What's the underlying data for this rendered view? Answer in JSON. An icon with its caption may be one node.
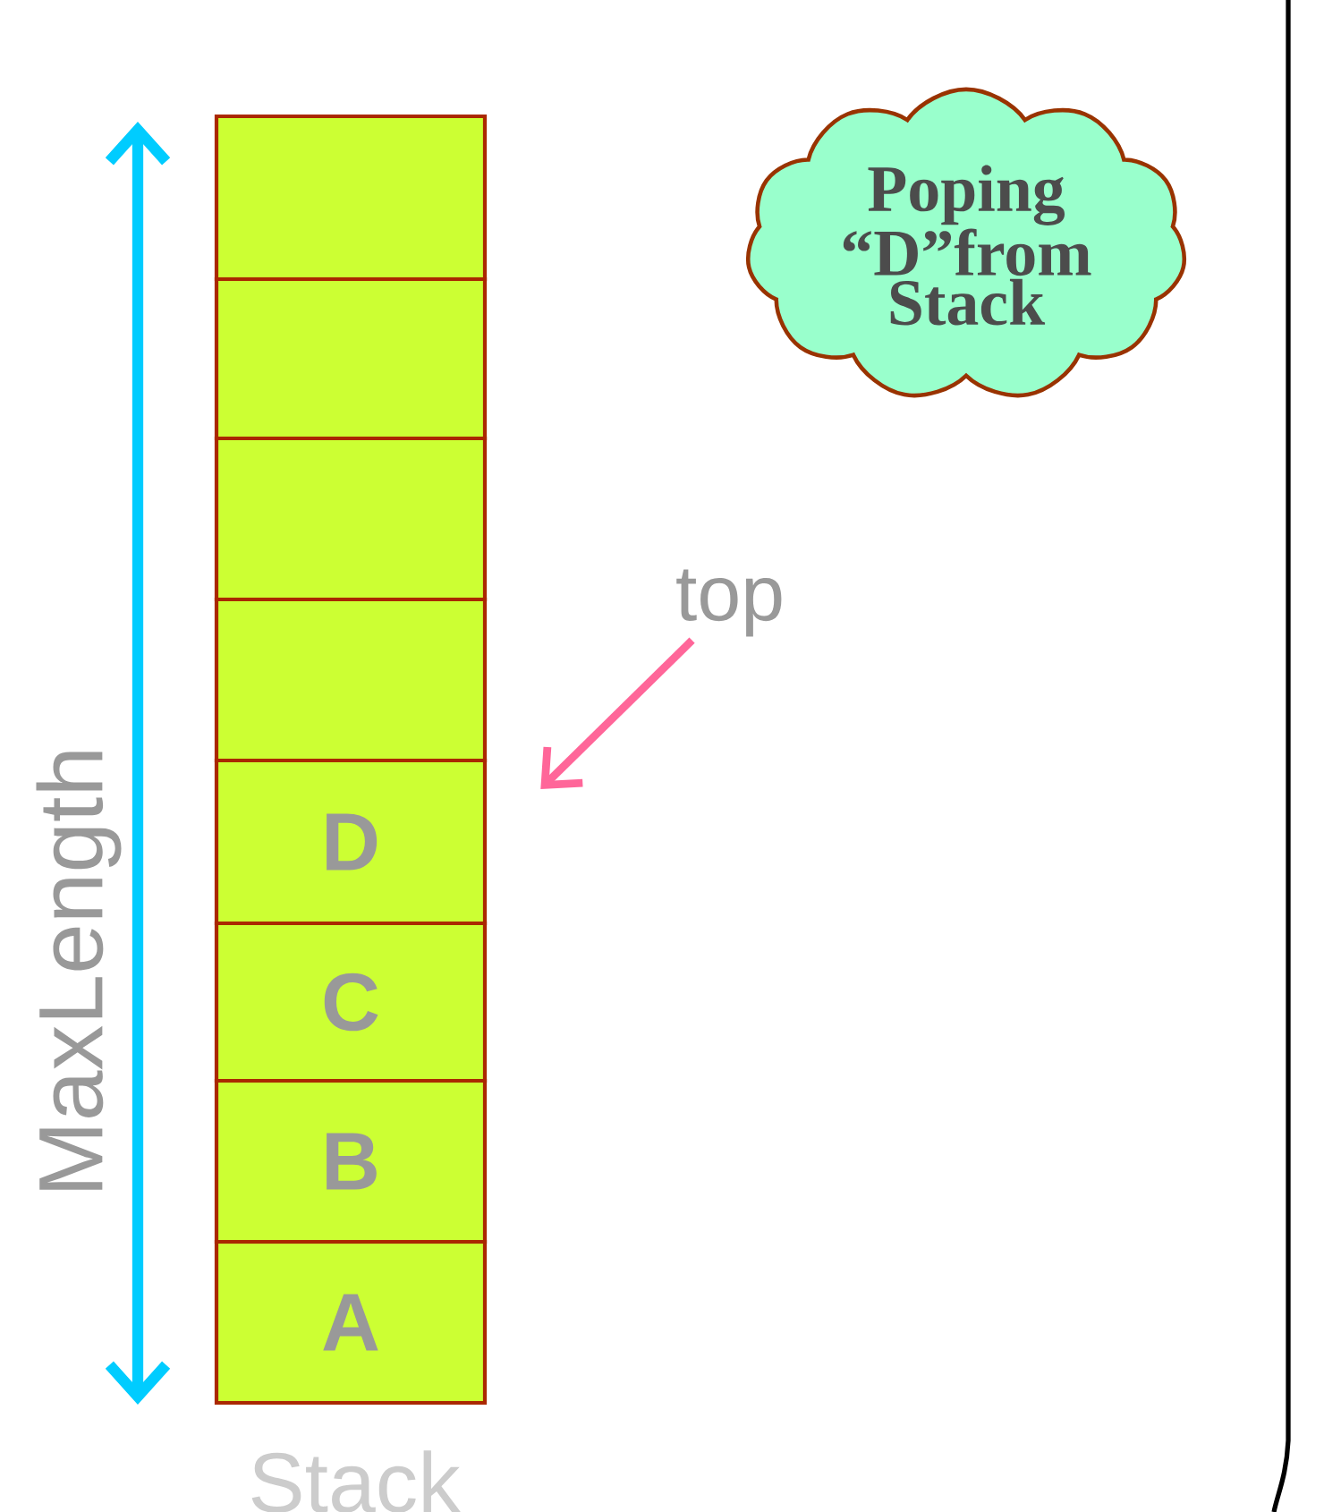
{
  "diagram": {
    "nodes": [
      {
        "text": [
          "Poping “D”from Stack"
        ]
      },
      {
        "text": [],
        "shape": "box"
      },
      {
        "text": [],
        "shape": "box"
      },
      {
        "text": [],
        "shape": "box"
      },
      {
        "text": [],
        "shape": "box"
      },
      {
        "text": [
          "D"
        ]
      },
      {
        "text": [
          "C"
        ]
      },
      {
        "text": [
          "B"
        ]
      },
      {
        "text": [
          "A"
        ]
      },
      {
        "text": [
          "top"
        ]
      }
    ],
    "edges": [
      {
        "from": 9,
        "to": 5,
        "arrow": "to"
      }
    ],
    "labels": [
      "MaxLength",
      "Stack"
    ]
  }
}
